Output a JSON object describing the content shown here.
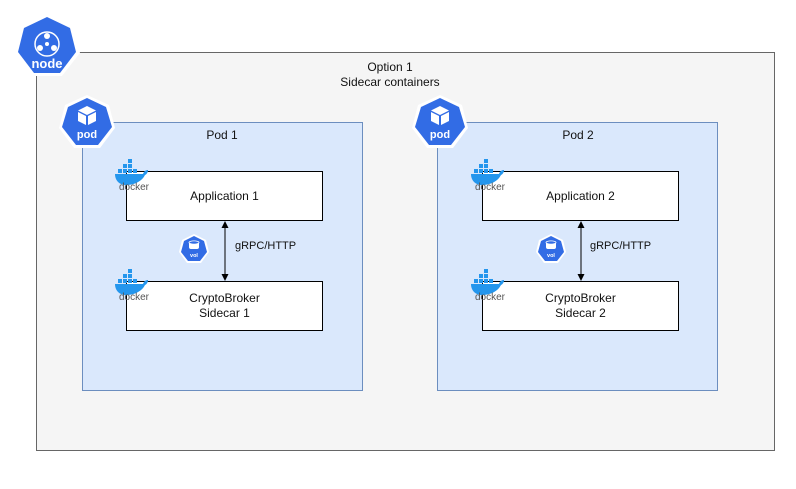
{
  "node": {
    "badge": "node",
    "title": "Option 1",
    "subtitle": "Sidecar containers"
  },
  "pods": [
    {
      "badge": "pod",
      "title": "Pod 1",
      "app_label": "Application 1",
      "sidecar_line1": "CryptoBroker",
      "sidecar_line2": "Sidecar 1",
      "link_label": "gRPC/HTTP",
      "volume_badge": "vol"
    },
    {
      "badge": "pod",
      "title": "Pod 2",
      "app_label": "Application 2",
      "sidecar_line1": "CryptoBroker",
      "sidecar_line2": "Sidecar 2",
      "link_label": "gRPC/HTTP",
      "volume_badge": "vol"
    }
  ],
  "docker_logo_text": "docker",
  "icons": {
    "node": "kubernetes-node-icon",
    "pod": "kubernetes-pod-icon",
    "volume": "kubernetes-volume-icon",
    "docker": "docker-whale-icon"
  },
  "colors": {
    "k8s_blue": "#326ce5",
    "docker_blue": "#2496ed",
    "pod_fill": "#dae8fc",
    "pod_border": "#6c8ebf",
    "node_fill": "#f5f5f5"
  }
}
